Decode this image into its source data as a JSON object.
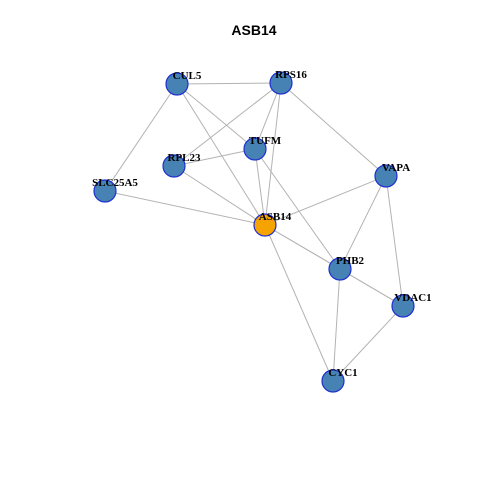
{
  "title": "ASB14",
  "colors": {
    "node_fill": "#4682b4",
    "center_fill": "#f5a300",
    "node_stroke": "#1f2fd0",
    "edge": "#b3b3b3"
  },
  "nodes": [
    {
      "id": "CUL5",
      "label": "CUL5"
    },
    {
      "id": "RPS16",
      "label": "RPS16"
    },
    {
      "id": "TUFM",
      "label": "TUFM"
    },
    {
      "id": "RPL23",
      "label": "RPL23"
    },
    {
      "id": "SLC25A5",
      "label": "SLC25A5"
    },
    {
      "id": "VAPA",
      "label": "VAPA"
    },
    {
      "id": "ASB14",
      "label": "ASB14",
      "center": true
    },
    {
      "id": "PHB2",
      "label": "PHB2"
    },
    {
      "id": "VDAC1",
      "label": "VDAC1"
    },
    {
      "id": "CYC1",
      "label": "CYC1"
    }
  ],
  "edges": [
    [
      "CUL5",
      "RPS16"
    ],
    [
      "CUL5",
      "TUFM"
    ],
    [
      "CUL5",
      "SLC25A5"
    ],
    [
      "CUL5",
      "ASB14"
    ],
    [
      "RPS16",
      "TUFM"
    ],
    [
      "RPS16",
      "RPL23"
    ],
    [
      "RPS16",
      "VAPA"
    ],
    [
      "RPS16",
      "ASB14"
    ],
    [
      "TUFM",
      "RPL23"
    ],
    [
      "TUFM",
      "ASB14"
    ],
    [
      "TUFM",
      "PHB2"
    ],
    [
      "RPL23",
      "ASB14"
    ],
    [
      "SLC25A5",
      "ASB14"
    ],
    [
      "VAPA",
      "ASB14"
    ],
    [
      "VAPA",
      "PHB2"
    ],
    [
      "VAPA",
      "VDAC1"
    ],
    [
      "ASB14",
      "PHB2"
    ],
    [
      "ASB14",
      "VDAC1"
    ],
    [
      "ASB14",
      "CYC1"
    ],
    [
      "PHB2",
      "VDAC1"
    ],
    [
      "PHB2",
      "CYC1"
    ],
    [
      "VDAC1",
      "CYC1"
    ]
  ]
}
